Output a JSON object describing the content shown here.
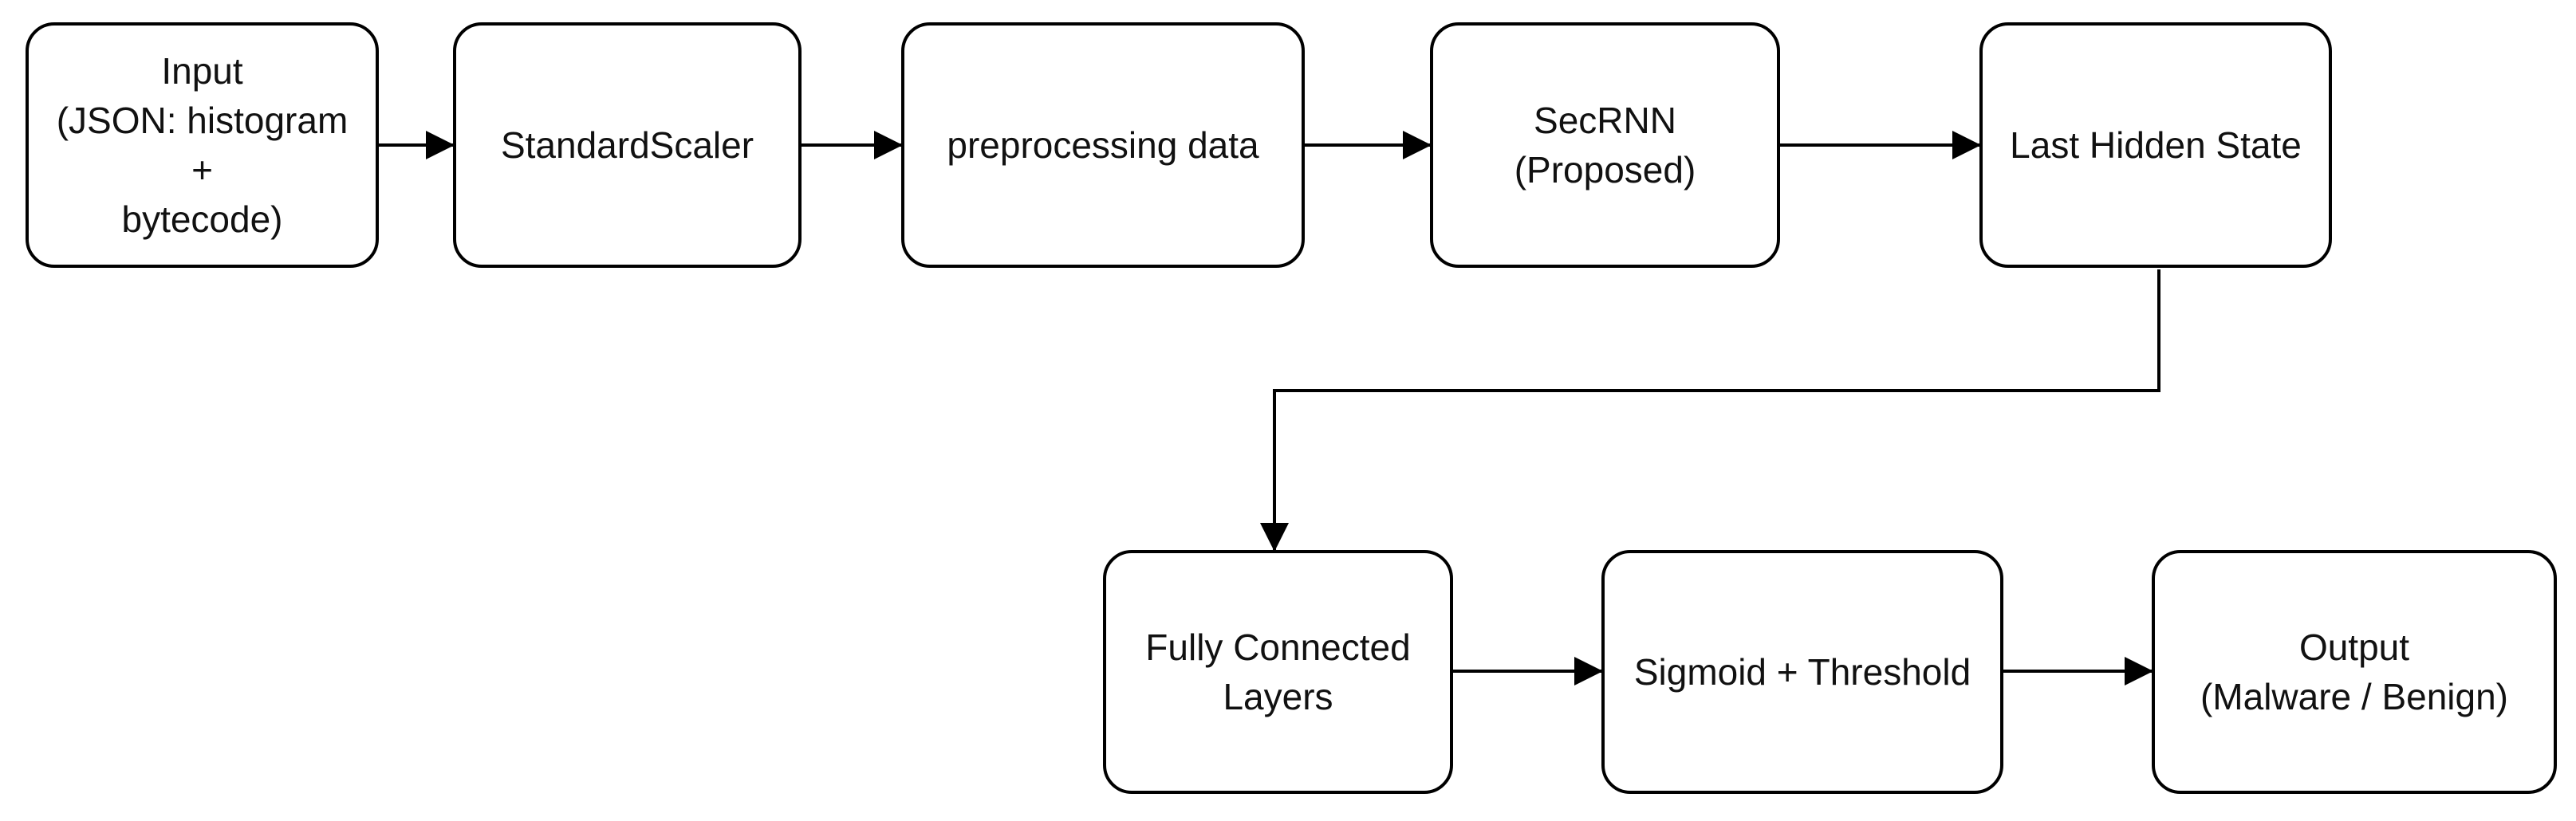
{
  "colors": {
    "stroke": "#000000",
    "fill": "#ffffff",
    "text": "#111111"
  },
  "nodes": {
    "input": {
      "label": "Input\n(JSON: histogram +\nbytecode)"
    },
    "standard_scaler": {
      "label": "StandardScaler"
    },
    "preprocessing": {
      "label": "preprocessing data"
    },
    "secrnn": {
      "label": "SecRNN (Proposed)"
    },
    "last_hidden_state": {
      "label": "Last Hidden State"
    },
    "fully_connected": {
      "label": "Fully Connected\nLayers"
    },
    "sigmoid_threshold": {
      "label": "Sigmoid + Threshold"
    },
    "output": {
      "label": "Output\n(Malware / Benign)"
    }
  },
  "edges": [
    {
      "from": "input",
      "to": "standard_scaler"
    },
    {
      "from": "standard_scaler",
      "to": "preprocessing"
    },
    {
      "from": "preprocessing",
      "to": "secrnn"
    },
    {
      "from": "secrnn",
      "to": "last_hidden_state"
    },
    {
      "from": "last_hidden_state",
      "to": "fully_connected"
    },
    {
      "from": "fully_connected",
      "to": "sigmoid_threshold"
    },
    {
      "from": "sigmoid_threshold",
      "to": "output"
    }
  ]
}
